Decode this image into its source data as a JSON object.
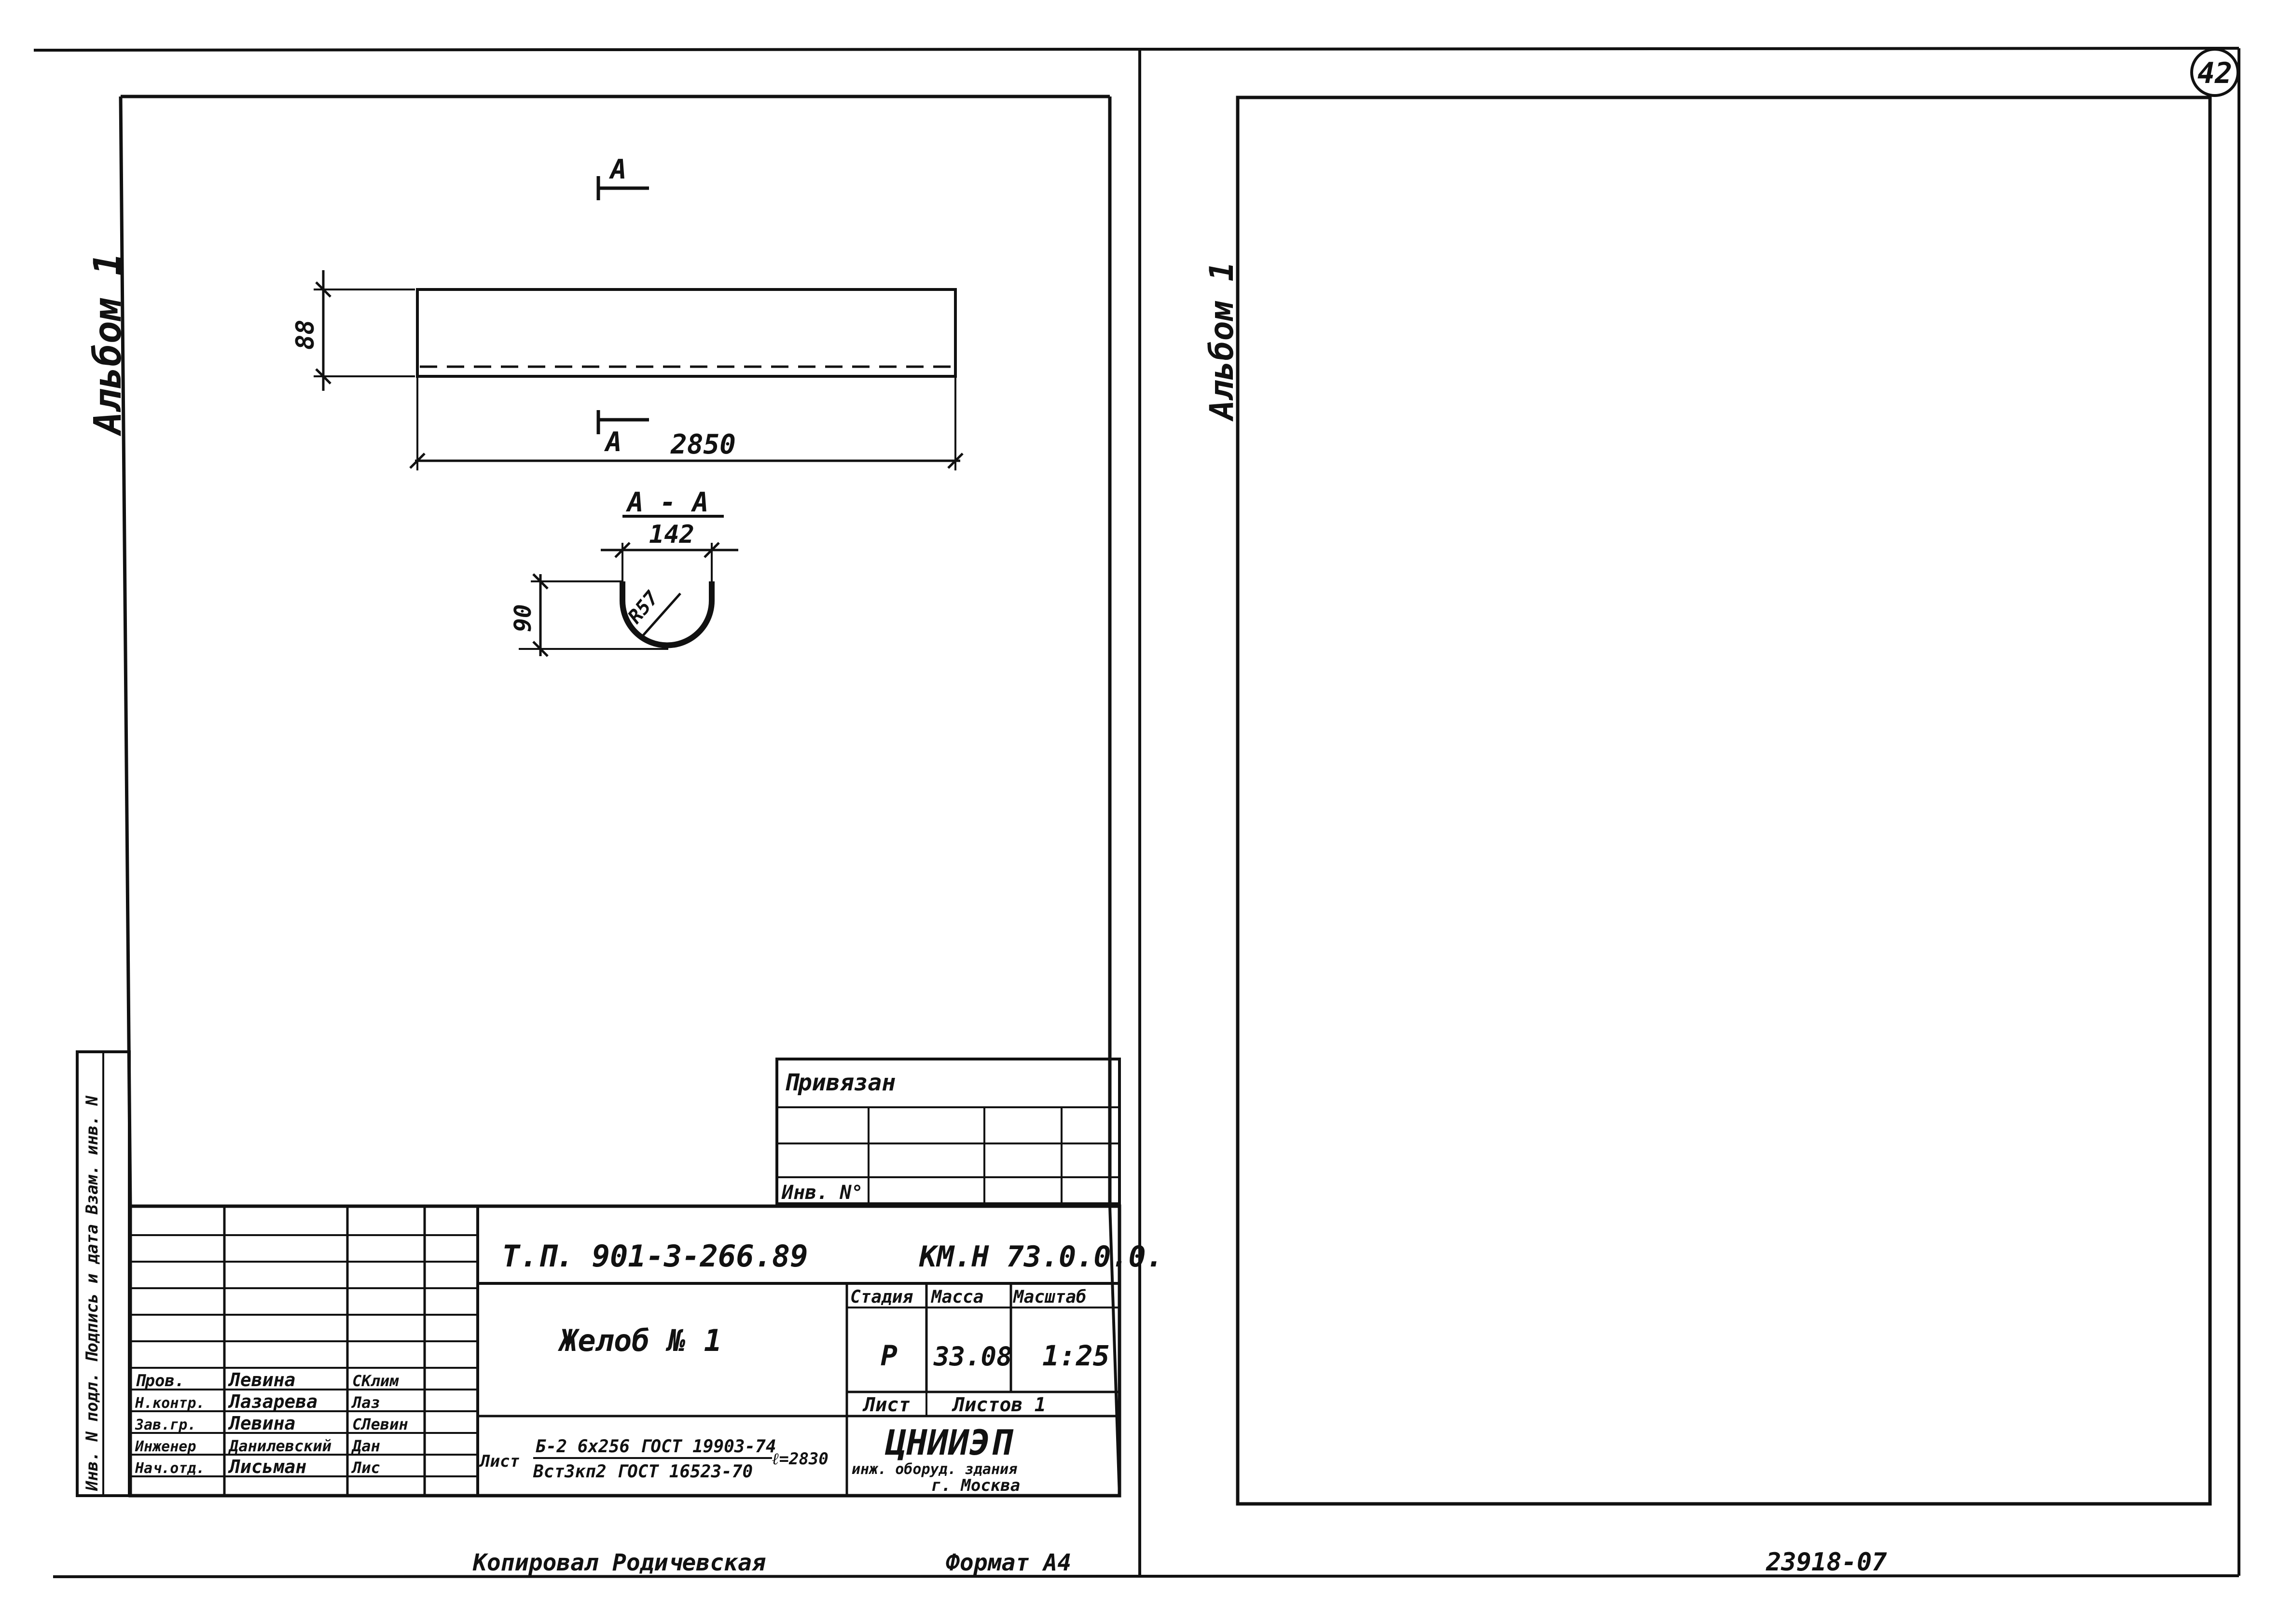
{
  "page_number": "42",
  "left_sheet": {
    "album_label": "Альбом 1",
    "section_mark_top": "А",
    "section_mark_bottom": "А",
    "dim_height": "88",
    "dim_length": "2850",
    "section_title": "А - А",
    "dim_width": "142",
    "dim_depth": "90",
    "dim_radius": "R57",
    "side_strip_label": "Инв. N подл. Подпись и дата Взам. инв. N",
    "tie_in": {
      "title": "Привязан",
      "inv_label": "Инв. N°"
    },
    "title_block": {
      "designation": "Т.П. 901-3-266.89",
      "code": "КМ.Н 73.0.0.0.",
      "item_name": "Желоб № 1",
      "stage_label": "Стадия",
      "mass_label": "Масса",
      "scale_label": "Масштаб",
      "stage": "Р",
      "mass": "33.08",
      "scale": "1:25",
      "sheet_label": "Лист",
      "sheets_label": "Листов 1",
      "org_name": "ЦНИИЭП",
      "org_sub": "инж. оборуд. здания",
      "org_city": "г. Москва",
      "material_label": "Лист",
      "material_top": "Б-2 6х256 ГОСТ 19903-74",
      "material_bottom": "Вст3кп2 ГОСТ 16523-70",
      "material_length": "ℓ=2830",
      "signatures": [
        {
          "role": "Пров.",
          "name": "Левина",
          "sign": "СКлим"
        },
        {
          "role": "Н.контр.",
          "name": "Лазарева",
          "sign": "Лаз"
        },
        {
          "role": "Зав.гр.",
          "name": "Левина",
          "sign": "СЛевин"
        },
        {
          "role": "Инженер",
          "name": "Данилевский",
          "sign": "Дан"
        },
        {
          "role": "Нач.отд.",
          "name": "Лисьман",
          "sign": "Лис"
        }
      ]
    },
    "footer_left": "Копировал Родичевская",
    "footer_format": "Формат А4"
  },
  "right_sheet": {
    "album_label": "Альбом 1",
    "footer_code": "23918-07"
  }
}
